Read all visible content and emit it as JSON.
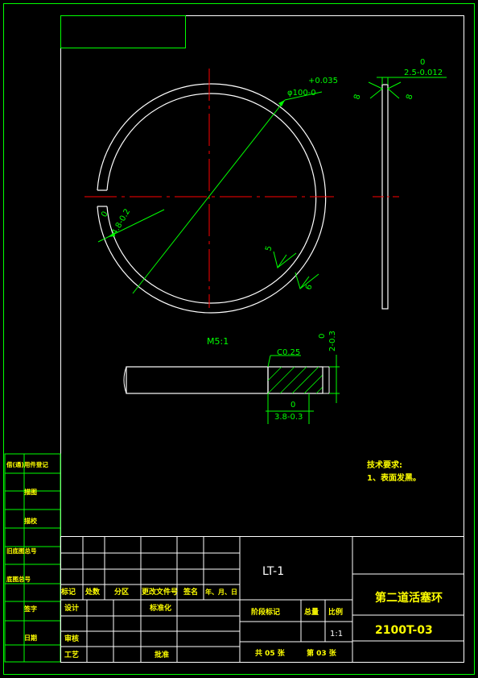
{
  "drawing": {
    "view_scale_label": "M5:1",
    "tech_req_title": "技术要求:",
    "tech_req_item": "1、表面发黑。",
    "dims": {
      "dia_tol_upper": "+0.035",
      "dia_nominal": "φ100-0",
      "width_tol_upper": "0",
      "width_nominal": "2.5-0.012",
      "gap_tol_upper": "0",
      "gap_nominal": "4.8-0.2",
      "rough_a": "8",
      "rough_b": "8",
      "rough_c": "5",
      "rough_d": "6",
      "chamfer": "C0.25",
      "thick_tol_upper": "0",
      "thick_nominal": "2-0.3",
      "depth_tol_upper": "0",
      "depth_nominal": "3.8-0.3"
    }
  },
  "side_table": {
    "rows": [
      "借(通)用件登记",
      "描图",
      "描校",
      "旧底图总号",
      "底图总号",
      "签字",
      "日期"
    ]
  },
  "title_block": {
    "material": "LT-1",
    "part_name": "第二道活塞环",
    "drawing_no": "2100T-03",
    "rev_headers": [
      "标记",
      "处数",
      "分区",
      "更改文件号",
      "签名",
      "年、月、日"
    ],
    "design": "设计",
    "standardize": "标准化",
    "review": "审核",
    "process": "工艺",
    "approve": "批准",
    "stage_mark": "阶段标记",
    "weight": "总量",
    "scale_label": "比例",
    "scale": "1:1",
    "sheets_total": "共 05 张",
    "sheet_no": "第 03 张"
  }
}
